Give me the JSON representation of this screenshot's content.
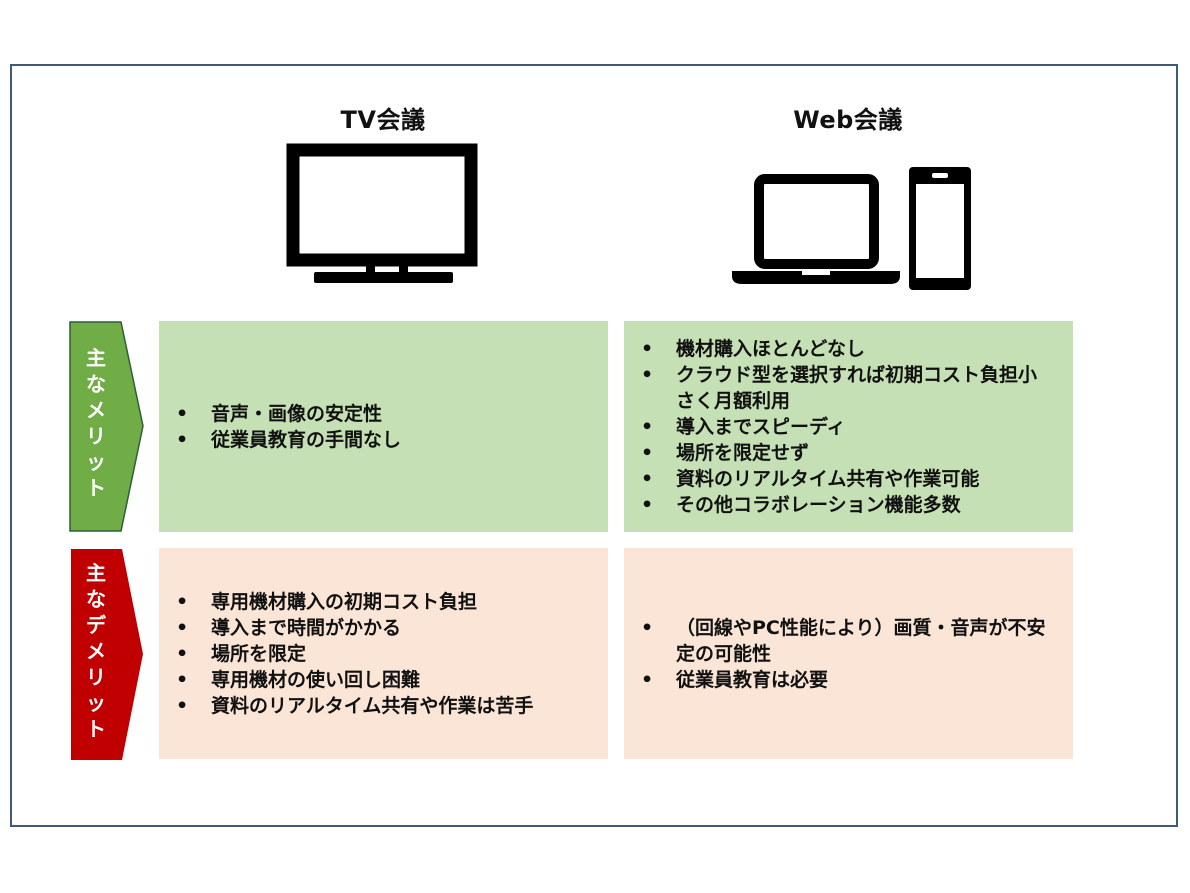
{
  "columns": {
    "tv": {
      "title": "TV会議",
      "icon": "tv-monitor-icon"
    },
    "web": {
      "title": "Web会議",
      "icons": [
        "laptop-icon",
        "smartphone-icon"
      ]
    }
  },
  "rows": {
    "merit": {
      "label_chars": [
        "主",
        "な",
        "メ",
        "リ",
        "ッ",
        "ト"
      ],
      "color": "#70ad47",
      "cell_color": "#c5e0b4"
    },
    "demerit": {
      "label_chars": [
        "主",
        "な",
        "デ",
        "メ",
        "リ",
        "ッ",
        "ト"
      ],
      "color": "#c00000",
      "cell_color": "#fbe5d6"
    }
  },
  "bullet_symbol": "•",
  "cells": {
    "tv_merit": [
      "音声・画像の安定性",
      "従業員教育の手間なし"
    ],
    "web_merit": [
      "機材購入ほとんどなし",
      "クラウド型を選択すれば初期コスト負担小さく月額利用",
      "導入までスピーディ",
      "場所を限定せず",
      "資料のリアルタイム共有や作業可能",
      "その他コラボレーション機能多数"
    ],
    "tv_demerit": [
      "専用機材購入の初期コスト負担",
      "導入まで時間がかかる",
      "場所を限定",
      "専用機材の使い回し困難",
      "資料のリアルタイム共有や作業は苦手"
    ],
    "web_demerit": [
      "（回線やPC性能により）画質・音声が不安定の可能性",
      "従業員教育は必要"
    ]
  }
}
